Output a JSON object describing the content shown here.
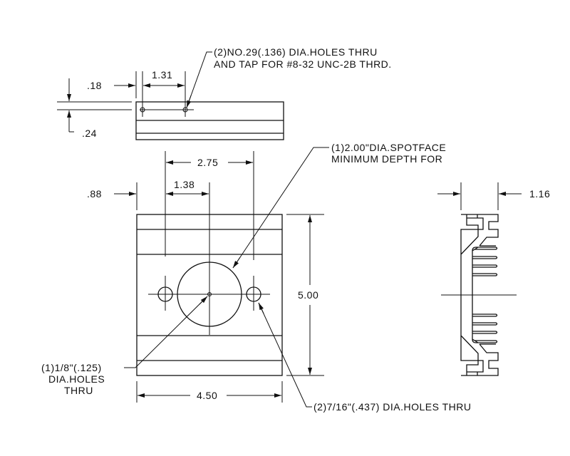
{
  "top_view": {
    "dim_edge": ".18",
    "dim_hole_spacing": "1.31",
    "dim_height": ".24",
    "note_line1": "(2)NO.29(.136) DIA.HOLES THRU",
    "note_line2": "AND TAP FOR #8-32 UNC-2B THRD."
  },
  "front_view": {
    "dim_edge": ".88",
    "dim_hole_spacing": "2.75",
    "dim_center": "1.38",
    "dim_height": "5.00",
    "dim_width": "4.50",
    "spotface_line1": "(1)2.00\"DIA.SPOTFACE",
    "spotface_line2": "MINIMUM DEPTH FOR",
    "small_hole_line1": "(1)1/8\"(.125)",
    "small_hole_line2": "DIA.HOLES",
    "small_hole_line3": "THRU",
    "large_holes_note": "(2)7/16\"(.437) DIA.HOLES THRU"
  },
  "side_view": {
    "dim_width": "1.16"
  }
}
